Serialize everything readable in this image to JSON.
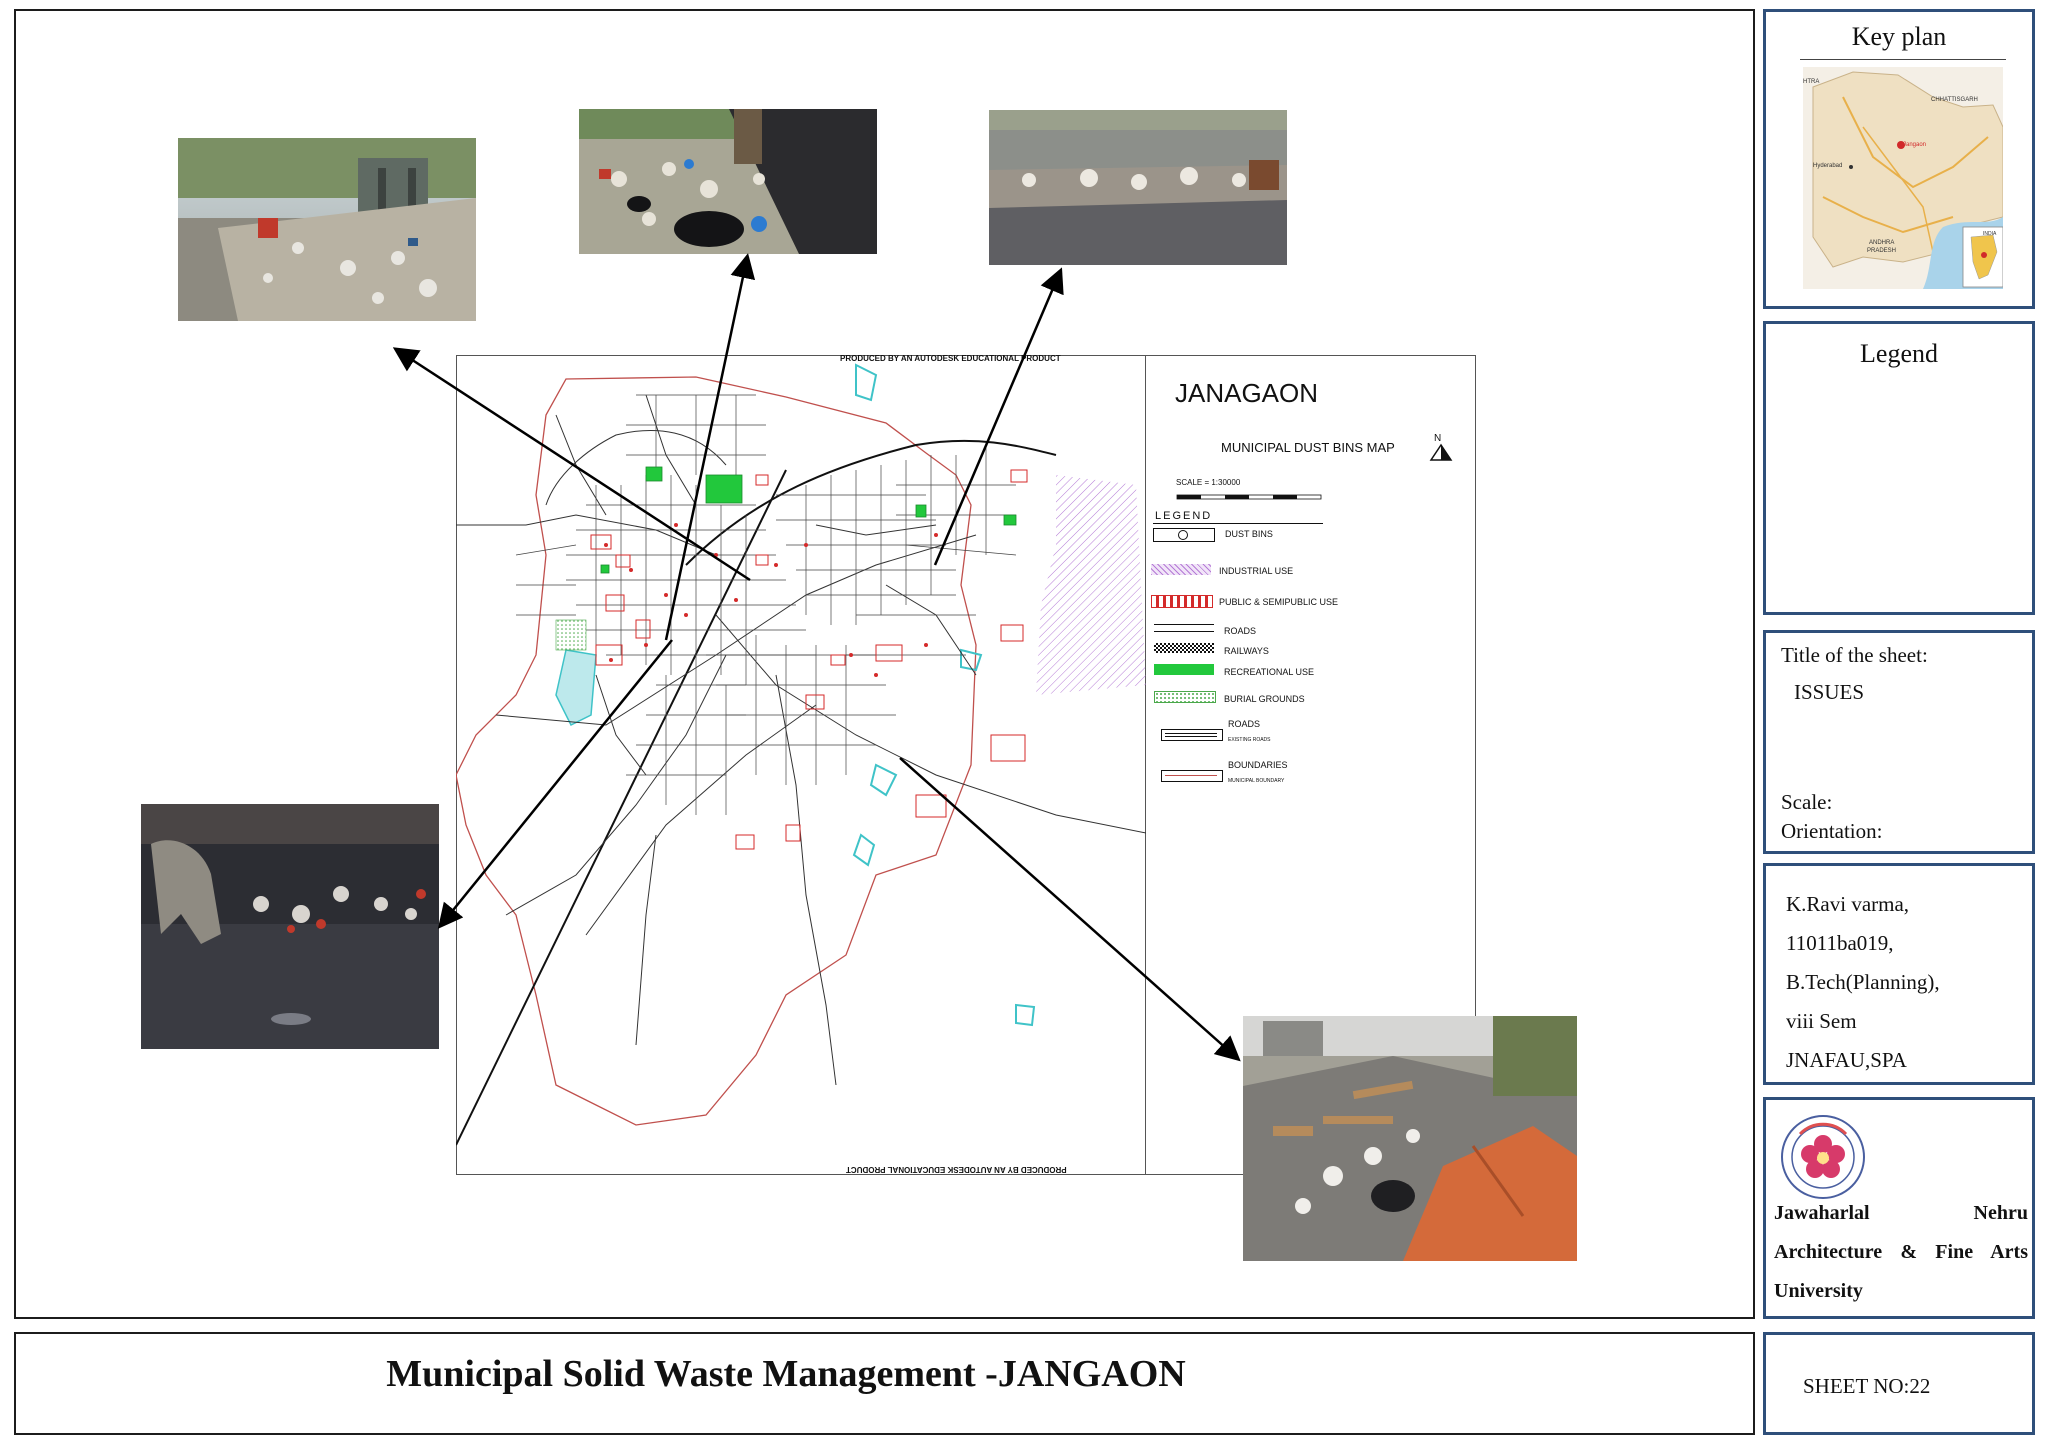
{
  "sheet": {
    "main_title": "Municipal Solid Waste Management -JANGAON",
    "sheet_no": "SHEET NO:22"
  },
  "side": {
    "key_plan": {
      "title": "Key plan",
      "labels": [
        "HTRA",
        "CHHATTISGARH",
        "Jangaon",
        "Hyderabad",
        "ANDHRA",
        "PRADESH",
        "INDIA"
      ]
    },
    "legend": {
      "title": "Legend"
    },
    "sheet_title": {
      "label": "Title of the sheet:",
      "value": "ISSUES",
      "scale_label": "Scale:",
      "orientation_label": "Orientation:"
    },
    "author": {
      "lines": [
        "K.Ravi varma,",
        "11011ba019,",
        "B.Tech(Planning),",
        "viii Sem",
        "JNAFAU,SPA"
      ]
    },
    "university": {
      "line1_left": "Jawaharlal",
      "line1_right": "Nehru",
      "line2": "Architecture & Fine Arts",
      "line3": "University"
    }
  },
  "map": {
    "place": "JANAGAON",
    "subtitle": "MUNICIPAL DUST BINS MAP",
    "north": "N",
    "scale": "SCALE = 1:30000",
    "top_note": "PRODUCED BY AN AUTODESK EDUCATIONAL PRODUCT",
    "bottom_note": "PRODUCED BY AN AUTODESK EDUCATIONAL PRODUCT",
    "legend_heading": "LEGEND",
    "legend_items": [
      {
        "label": "DUST BINS",
        "symbol": "circle-box"
      },
      {
        "label": "INDUSTRIAL USE",
        "symbol": "hatch-purple"
      },
      {
        "label": "PUBLIC & SEMIPUBLIC USE",
        "symbol": "red-pattern"
      },
      {
        "label": "ROADS",
        "symbol": "double-line"
      },
      {
        "label": "RAILWAYS",
        "symbol": "checker"
      },
      {
        "label": "RECREATIONAL USE",
        "symbol": "green-fill"
      },
      {
        "label": "BURIAL GROUNDS",
        "symbol": "green-dots"
      },
      {
        "label": "ROADS",
        "sub": "EXISTING ROADS",
        "symbol": "road-box"
      },
      {
        "label": "BOUNDARIES",
        "sub": "MUNICIPAL BOUNDARY",
        "symbol": "boundary-box"
      }
    ],
    "colors": {
      "boundary": "#c0504d",
      "recreational": "#22c83c",
      "industrial": "#b57bd6",
      "water": "#3fc3c8",
      "public": "#d42a2a",
      "annotation_arrow": "#000000",
      "panel_border": "#2f4f7a"
    }
  },
  "photos": [
    {
      "id": "photo-top-left",
      "subject": "garbage-heap-roadside"
    },
    {
      "id": "photo-top-center",
      "subject": "garbage-under-tree"
    },
    {
      "id": "photo-top-right",
      "subject": "garbage-along-wall"
    },
    {
      "id": "photo-left",
      "subject": "cow-eating-garbage"
    },
    {
      "id": "photo-bottom-right",
      "subject": "debris-on-road-median"
    }
  ]
}
